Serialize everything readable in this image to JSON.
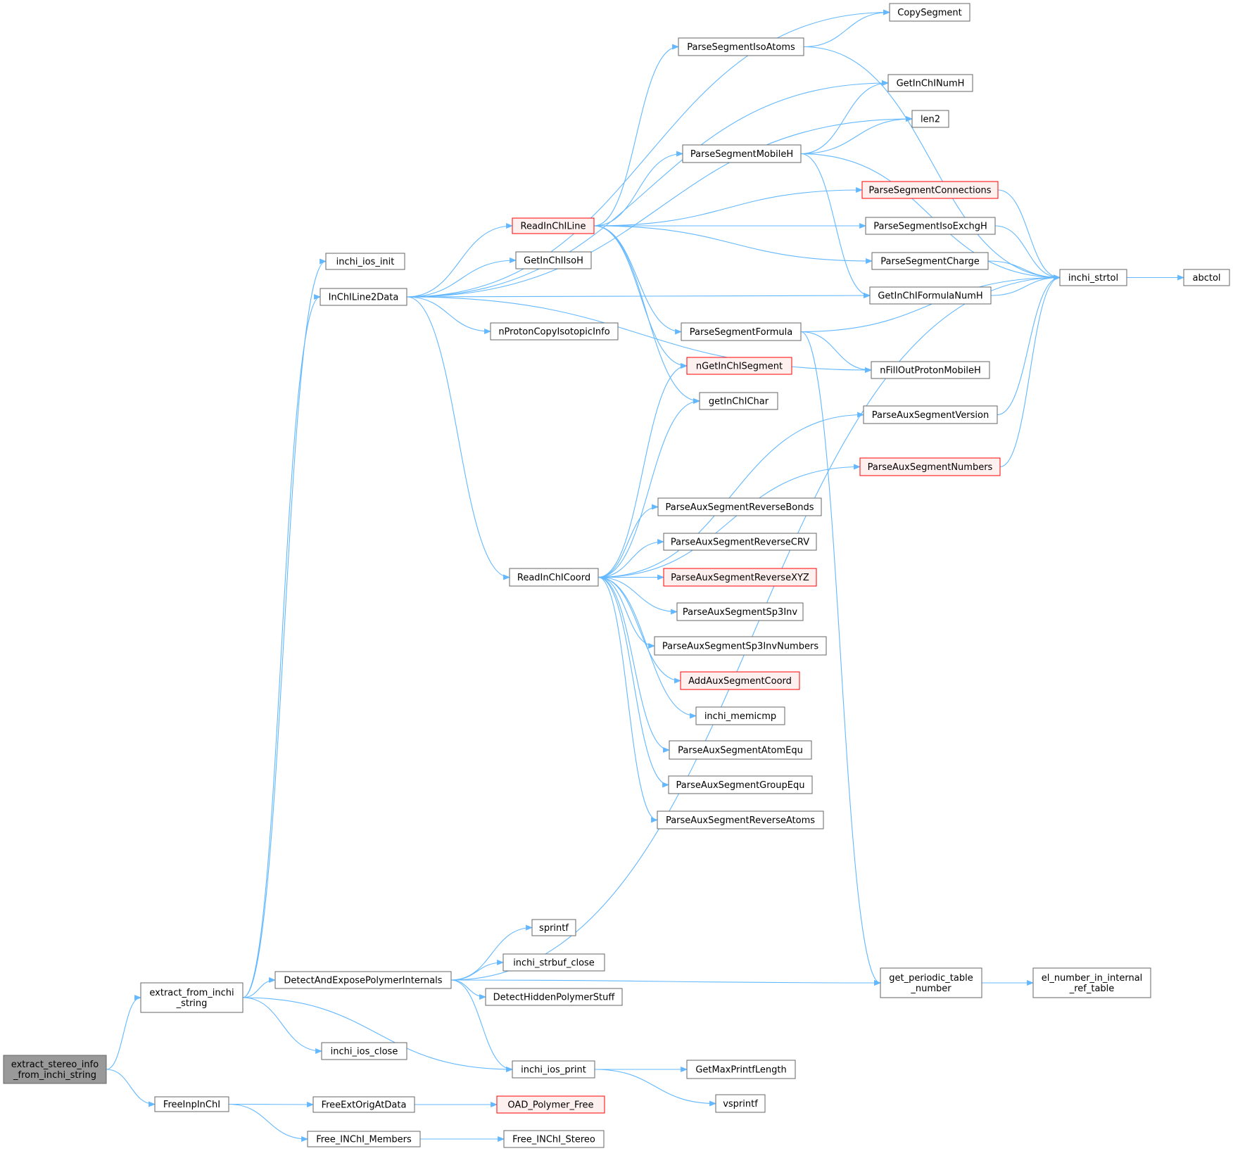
{
  "colors": {
    "edge": "#63b8ff",
    "node_border": "#666666",
    "partial_border": "#ff0000",
    "root_fill": "#999999"
  },
  "nodes": [
    {
      "id": "root",
      "lines": [
        "extract_stereo_info",
        "_from_inchi_string"
      ],
      "style": "root"
    },
    {
      "id": "extract_from_inchi_string",
      "lines": [
        "extract_from_inchi",
        "_string"
      ]
    },
    {
      "id": "FreeInpInChI",
      "lines": [
        "FreeInpInChI"
      ]
    },
    {
      "id": "inchi_ios_init",
      "lines": [
        "inchi_ios_init"
      ]
    },
    {
      "id": "InChILine2Data",
      "lines": [
        "InChILine2Data"
      ]
    },
    {
      "id": "DetectAndExposePolymerInternals",
      "lines": [
        "DetectAndExposePolymerInternals"
      ]
    },
    {
      "id": "inchi_ios_close",
      "lines": [
        "inchi_ios_close"
      ]
    },
    {
      "id": "inchi_ios_print",
      "lines": [
        "inchi_ios_print"
      ]
    },
    {
      "id": "FreeExtOrigAtData",
      "lines": [
        "FreeExtOrigAtData"
      ]
    },
    {
      "id": "Free_INChI_Members",
      "lines": [
        "Free_INChI_Members"
      ]
    },
    {
      "id": "CopySegment",
      "lines": [
        "CopySegment"
      ]
    },
    {
      "id": "GetInChINumH",
      "lines": [
        "GetInChINumH"
      ]
    },
    {
      "id": "len2",
      "lines": [
        "len2"
      ]
    },
    {
      "id": "ReadInChILine",
      "lines": [
        "ReadInChILine"
      ],
      "style": "partial"
    },
    {
      "id": "GetInChIIsoH",
      "lines": [
        "GetInChIIsoH"
      ]
    },
    {
      "id": "nProtonCopyIsotopicInfo",
      "lines": [
        "nProtonCopyIsotopicInfo"
      ]
    },
    {
      "id": "GetInChIFormulaNumH",
      "lines": [
        "GetInChIFormulaNumH"
      ]
    },
    {
      "id": "ReadInChICoord",
      "lines": [
        "ReadInChICoord"
      ]
    },
    {
      "id": "nFillOutProtonMobileH",
      "lines": [
        "nFillOutProtonMobileH"
      ]
    },
    {
      "id": "inchi_strtol",
      "lines": [
        "inchi_strtol"
      ]
    },
    {
      "id": "sprintf",
      "lines": [
        "sprintf"
      ]
    },
    {
      "id": "inchi_strbuf_close",
      "lines": [
        "inchi_strbuf_close"
      ]
    },
    {
      "id": "DetectHiddenPolymerStuff",
      "lines": [
        "DetectHiddenPolymerStuff"
      ]
    },
    {
      "id": "get_periodic_table_number",
      "lines": [
        "get_periodic_table",
        "_number"
      ]
    },
    {
      "id": "GetMaxPrintfLength",
      "lines": [
        "GetMaxPrintfLength"
      ]
    },
    {
      "id": "vsprintf",
      "lines": [
        "vsprintf"
      ]
    },
    {
      "id": "OAD_Polymer_Free",
      "lines": [
        "OAD_Polymer_Free"
      ],
      "style": "partial"
    },
    {
      "id": "Free_INChI_Stereo",
      "lines": [
        "Free_INChI_Stereo"
      ]
    },
    {
      "id": "ParseSegmentIsoAtoms",
      "lines": [
        "ParseSegmentIsoAtoms"
      ]
    },
    {
      "id": "ParseSegmentMobileH",
      "lines": [
        "ParseSegmentMobileH"
      ]
    },
    {
      "id": "ParseSegmentConnections",
      "lines": [
        "ParseSegmentConnections"
      ],
      "style": "partial"
    },
    {
      "id": "ParseSegmentIsoExchgH",
      "lines": [
        "ParseSegmentIsoExchgH"
      ]
    },
    {
      "id": "ParseSegmentCharge",
      "lines": [
        "ParseSegmentCharge"
      ]
    },
    {
      "id": "ParseSegmentFormula",
      "lines": [
        "ParseSegmentFormula"
      ]
    },
    {
      "id": "nGetInChISegment",
      "lines": [
        "nGetInChISegment"
      ],
      "style": "partial"
    },
    {
      "id": "getInChIChar",
      "lines": [
        "getInChIChar"
      ]
    },
    {
      "id": "ParseAuxSegmentVersion",
      "lines": [
        "ParseAuxSegmentVersion"
      ]
    },
    {
      "id": "ParseAuxSegmentNumbers",
      "lines": [
        "ParseAuxSegmentNumbers"
      ],
      "style": "partial"
    },
    {
      "id": "ParseAuxSegmentReverseBonds",
      "lines": [
        "ParseAuxSegmentReverseBonds"
      ]
    },
    {
      "id": "ParseAuxSegmentReverseCRV",
      "lines": [
        "ParseAuxSegmentReverseCRV"
      ]
    },
    {
      "id": "ParseAuxSegmentReverseXYZ",
      "lines": [
        "ParseAuxSegmentReverseXYZ"
      ],
      "style": "partial"
    },
    {
      "id": "ParseAuxSegmentSp3Inv",
      "lines": [
        "ParseAuxSegmentSp3Inv"
      ]
    },
    {
      "id": "ParseAuxSegmentSp3InvNumbers",
      "lines": [
        "ParseAuxSegmentSp3InvNumbers"
      ]
    },
    {
      "id": "AddAuxSegmentCoord",
      "lines": [
        "AddAuxSegmentCoord"
      ],
      "style": "partial"
    },
    {
      "id": "inchi_memicmp",
      "lines": [
        "inchi_memicmp"
      ]
    },
    {
      "id": "ParseAuxSegmentAtomEqu",
      "lines": [
        "ParseAuxSegmentAtomEqu"
      ]
    },
    {
      "id": "ParseAuxSegmentGroupEqu",
      "lines": [
        "ParseAuxSegmentGroupEqu"
      ]
    },
    {
      "id": "ParseAuxSegmentReverseAtoms",
      "lines": [
        "ParseAuxSegmentReverseAtoms"
      ]
    },
    {
      "id": "abctol",
      "lines": [
        "abctol"
      ]
    },
    {
      "id": "el_number_in_internal_ref_table",
      "lines": [
        "el_number_in_internal",
        "_ref_table"
      ]
    }
  ],
  "edges": [
    [
      "root",
      "extract_from_inchi_string"
    ],
    [
      "root",
      "FreeInpInChI"
    ],
    [
      "extract_from_inchi_string",
      "inchi_ios_init"
    ],
    [
      "extract_from_inchi_string",
      "InChILine2Data"
    ],
    [
      "extract_from_inchi_string",
      "DetectAndExposePolymerInternals"
    ],
    [
      "extract_from_inchi_string",
      "inchi_ios_close"
    ],
    [
      "extract_from_inchi_string",
      "inchi_ios_print"
    ],
    [
      "FreeInpInChI",
      "FreeExtOrigAtData"
    ],
    [
      "FreeInpInChI",
      "Free_INChI_Members"
    ],
    [
      "InChILine2Data",
      "CopySegment"
    ],
    [
      "InChILine2Data",
      "GetInChINumH"
    ],
    [
      "InChILine2Data",
      "len2"
    ],
    [
      "InChILine2Data",
      "ReadInChILine"
    ],
    [
      "InChILine2Data",
      "GetInChIIsoH"
    ],
    [
      "InChILine2Data",
      "nProtonCopyIsotopicInfo"
    ],
    [
      "InChILine2Data",
      "GetInChIFormulaNumH"
    ],
    [
      "InChILine2Data",
      "ReadInChICoord"
    ],
    [
      "InChILine2Data",
      "nFillOutProtonMobileH"
    ],
    [
      "ReadInChILine",
      "ParseSegmentIsoAtoms"
    ],
    [
      "ReadInChILine",
      "ParseSegmentMobileH"
    ],
    [
      "ReadInChILine",
      "ParseSegmentConnections"
    ],
    [
      "ReadInChILine",
      "ParseSegmentIsoExchgH"
    ],
    [
      "ReadInChILine",
      "ParseSegmentCharge"
    ],
    [
      "ReadInChILine",
      "ParseSegmentFormula"
    ],
    [
      "ReadInChILine",
      "nGetInChISegment"
    ],
    [
      "ReadInChILine",
      "getInChIChar"
    ],
    [
      "ParseSegmentIsoAtoms",
      "CopySegment"
    ],
    [
      "ParseSegmentIsoAtoms",
      "inchi_strtol"
    ],
    [
      "ParseSegmentMobileH",
      "GetInChINumH"
    ],
    [
      "ParseSegmentMobileH",
      "len2"
    ],
    [
      "ParseSegmentMobileH",
      "inchi_strtol"
    ],
    [
      "ParseSegmentMobileH",
      "GetInChIFormulaNumH"
    ],
    [
      "ParseSegmentConnections",
      "inchi_strtol"
    ],
    [
      "ParseSegmentIsoExchgH",
      "inchi_strtol"
    ],
    [
      "ParseSegmentCharge",
      "inchi_strtol"
    ],
    [
      "GetInChIFormulaNumH",
      "inchi_strtol"
    ],
    [
      "ParseSegmentFormula",
      "inchi_strtol"
    ],
    [
      "ParseSegmentFormula",
      "nFillOutProtonMobileH"
    ],
    [
      "ParseSegmentFormula",
      "get_periodic_table_number"
    ],
    [
      "inchi_strtol",
      "abctol"
    ],
    [
      "ReadInChICoord",
      "nGetInChISegment"
    ],
    [
      "ReadInChICoord",
      "getInChIChar"
    ],
    [
      "ReadInChICoord",
      "ParseAuxSegmentVersion"
    ],
    [
      "ReadInChICoord",
      "ParseAuxSegmentNumbers"
    ],
    [
      "ReadInChICoord",
      "ParseAuxSegmentReverseBonds"
    ],
    [
      "ReadInChICoord",
      "ParseAuxSegmentReverseCRV"
    ],
    [
      "ReadInChICoord",
      "ParseAuxSegmentReverseXYZ"
    ],
    [
      "ReadInChICoord",
      "ParseAuxSegmentSp3Inv"
    ],
    [
      "ReadInChICoord",
      "ParseAuxSegmentSp3InvNumbers"
    ],
    [
      "ReadInChICoord",
      "AddAuxSegmentCoord"
    ],
    [
      "ReadInChICoord",
      "inchi_memicmp"
    ],
    [
      "ReadInChICoord",
      "ParseAuxSegmentAtomEqu"
    ],
    [
      "ReadInChICoord",
      "ParseAuxSegmentGroupEqu"
    ],
    [
      "ReadInChICoord",
      "ParseAuxSegmentReverseAtoms"
    ],
    [
      "ParseAuxSegmentVersion",
      "inchi_strtol"
    ],
    [
      "ParseAuxSegmentNumbers",
      "inchi_strtol"
    ],
    [
      "DetectAndExposePolymerInternals",
      "inchi_strtol"
    ],
    [
      "DetectAndExposePolymerInternals",
      "sprintf"
    ],
    [
      "DetectAndExposePolymerInternals",
      "inchi_strbuf_close"
    ],
    [
      "DetectAndExposePolymerInternals",
      "DetectHiddenPolymerStuff"
    ],
    [
      "DetectAndExposePolymerInternals",
      "get_periodic_table_number"
    ],
    [
      "DetectAndExposePolymerInternals",
      "inchi_ios_print"
    ],
    [
      "get_periodic_table_number",
      "el_number_in_internal_ref_table"
    ],
    [
      "inchi_ios_print",
      "GetMaxPrintfLength"
    ],
    [
      "inchi_ios_print",
      "vsprintf"
    ],
    [
      "FreeExtOrigAtData",
      "OAD_Polymer_Free"
    ],
    [
      "Free_INChI_Members",
      "Free_INChI_Stereo"
    ]
  ]
}
